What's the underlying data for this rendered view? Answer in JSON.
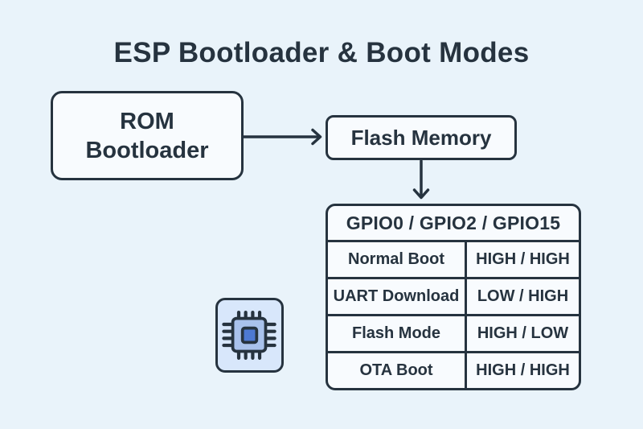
{
  "title": "ESP Bootloader & Boot Modes",
  "nodes": {
    "rom": {
      "line1": "ROM",
      "line2": "Bootloader"
    },
    "flash": {
      "label": "Flash Memory"
    }
  },
  "table": {
    "header": "GPIO0 / GPIO2 / GPIO15",
    "rows": [
      {
        "mode": "Normal Boot",
        "levels": "HIGH / HIGH"
      },
      {
        "mode": "UART Download",
        "levels": "LOW / HIGH"
      },
      {
        "mode": "Flash Mode",
        "levels": "HIGH / LOW"
      },
      {
        "mode": "OTA Boot",
        "levels": "HIGH / HIGH"
      }
    ]
  },
  "icons": {
    "chip": "microchip-icon"
  },
  "colors": {
    "background": "#e9f3fa",
    "box_fill": "#f8fbfe",
    "ink": "#26333f",
    "chip_tile_fill": "#d8e7fb",
    "chip_body_fill": "#a9c2ec",
    "chip_core_fill": "#4d79d3"
  }
}
